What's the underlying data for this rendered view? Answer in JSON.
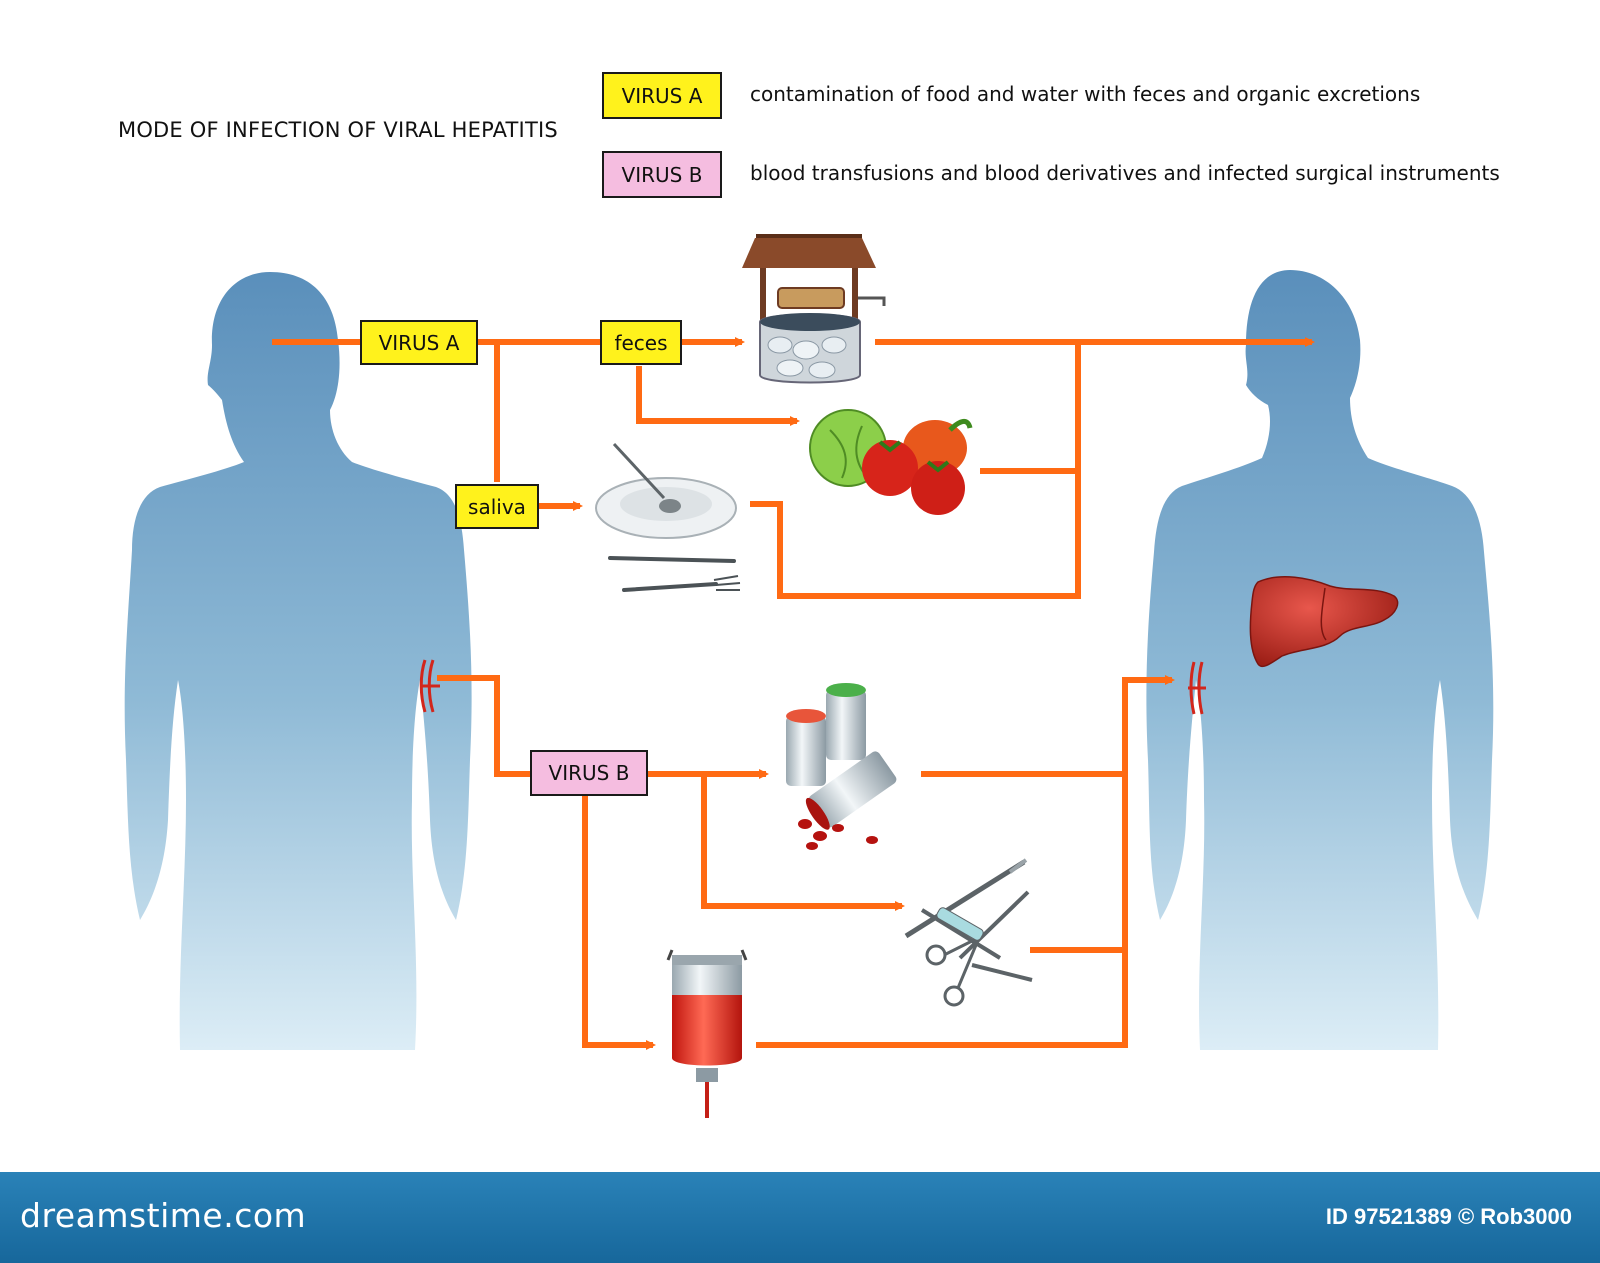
{
  "title": "MODE OF INFECTION OF VIRAL HEPATITIS",
  "legend": [
    {
      "label": "VIRUS A",
      "description": "contamination of food and water with feces and organic excretions",
      "color": "#fff21c"
    },
    {
      "label": "VIRUS B",
      "description": "blood transfusions and blood derivatives and infected surgical instruments",
      "color": "#f5bde0"
    }
  ],
  "nodes": {
    "virus_a": "VIRUS A",
    "feces": "feces",
    "saliva": "saliva",
    "virus_b": "VIRUS B"
  },
  "icons": [
    "well-icon",
    "vegetables-icon",
    "plate-cutlery-icon",
    "blood-vials-icon",
    "surgical-instruments-icon",
    "blood-bag-icon",
    "liver-icon",
    "person-silhouette-icon"
  ],
  "colors": {
    "arrow": "#ff6a13",
    "silhouette": "#5c93bd",
    "footer": "#1f77ad"
  },
  "footer": {
    "brand": "dreamstime.com",
    "credit": "ID 97521389 © Rob3000"
  }
}
